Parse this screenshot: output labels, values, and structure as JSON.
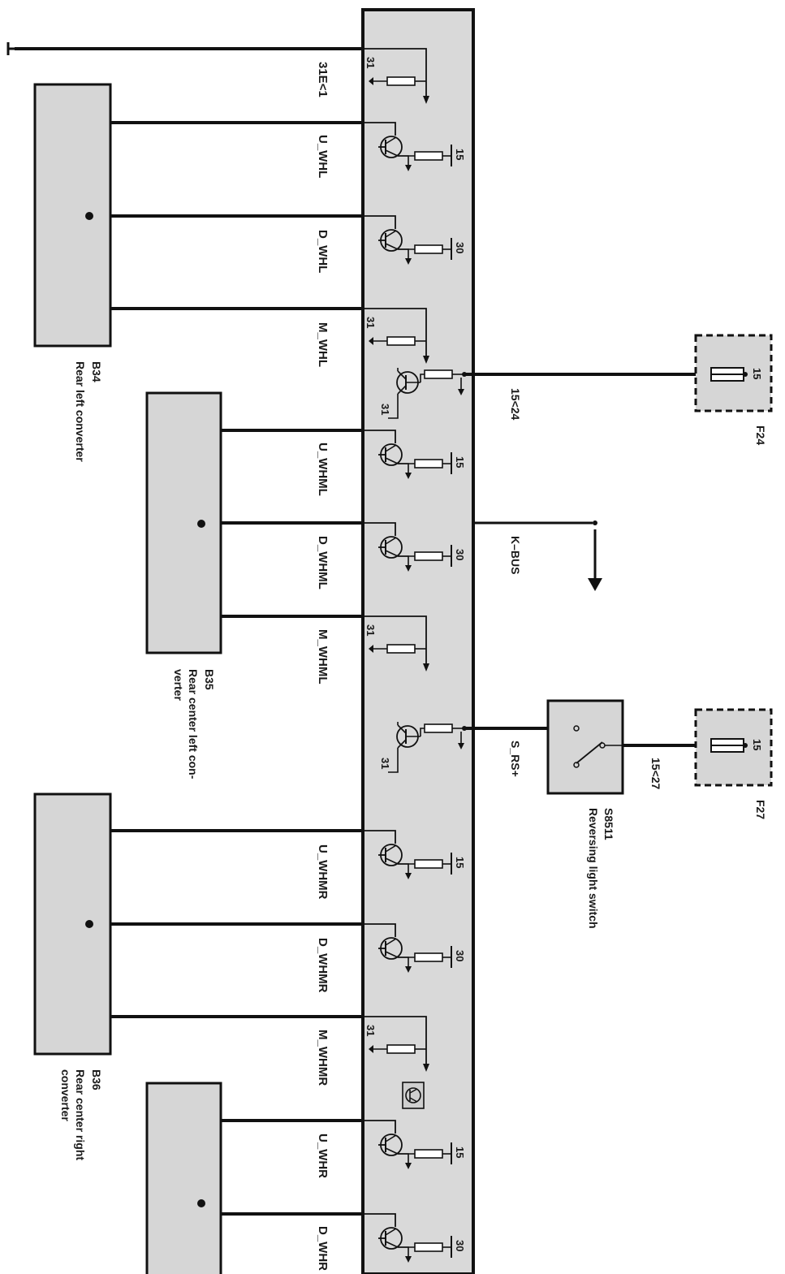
{
  "module_signals": {
    "s1": "31E<1",
    "s2": "U_WHL",
    "s3": "D_WHL",
    "s4": "M_WHL",
    "s5": "U_WHML",
    "s6": "D_WHML",
    "s7": "M_WHML",
    "s8": "U_WHMR",
    "s9": "D_WHMR",
    "s10": "M_WHMR",
    "s11": "U_WHR",
    "s12": "D_WHR"
  },
  "pins": {
    "p31": "31",
    "p15": "15",
    "p30": "30"
  },
  "external_signals": {
    "fuse_f24_wire": "15<24",
    "k_bus": "K–BUS",
    "reverse_signal": "S_RS+",
    "fuse_f27_wire": "15<27"
  },
  "components": {
    "b34": {
      "id": "B34",
      "name": "Rear left converter"
    },
    "b35": {
      "id": "B35",
      "name_line1": "Rear center left con-",
      "name_line2": "verter"
    },
    "b36": {
      "id": "B36",
      "name_line1": "Rear center right",
      "name_line2": "converter"
    },
    "s8511": {
      "id": "S8511",
      "name": "Reversing light switch"
    },
    "f24": {
      "id": "F24",
      "pin": "15"
    },
    "f27": {
      "id": "F27",
      "pin": "15"
    }
  },
  "colors": {
    "module_fill": "#d9d9d9",
    "box_fill": "#d6d6d6",
    "wire": "#111111"
  }
}
